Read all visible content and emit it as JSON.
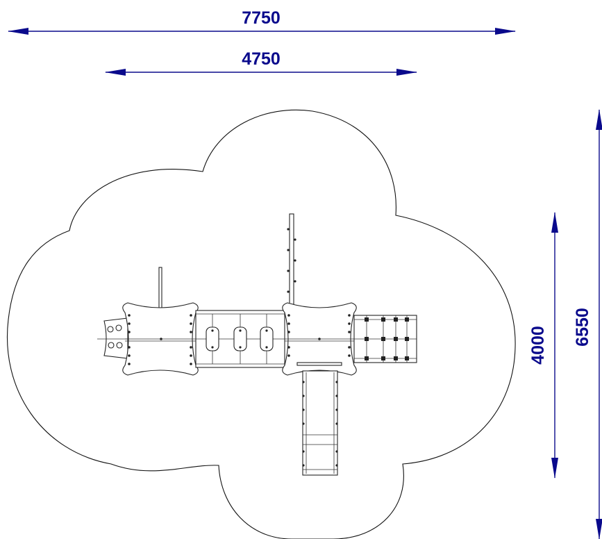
{
  "dimensions": {
    "overall_width": "7750",
    "structure_width": "4750",
    "structure_depth": "4000",
    "overall_depth": "6550"
  },
  "colors": {
    "dimension_line": "#0a0a8c",
    "dimension_text": "#0a0a8c",
    "outline": "#111111"
  }
}
